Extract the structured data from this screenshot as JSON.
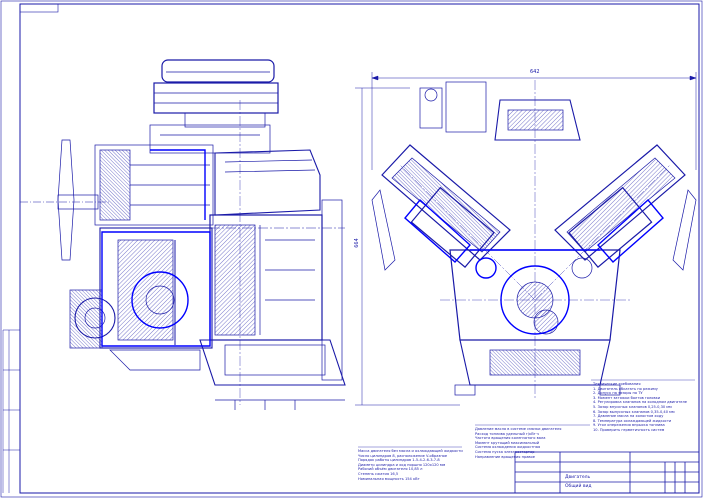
{
  "sheet": {
    "corner_stamp": "",
    "dimensions": {
      "overall_width": "642",
      "overall_height": "664"
    },
    "notes_bottom_left": [
      "Масса двигателя без масла и охлаждающей жидкости",
      "Число цилиндров 8, расположение V-образное",
      "Порядок работы цилиндров 1-5-4-2-6-3-7-8",
      "Диаметр цилиндра и ход поршня 120x120 мм",
      "Рабочий объём двигателя 10,85 л",
      "Степень сжатия 16,5",
      "Номинальная мощность 154 кВт"
    ],
    "notes_bottom_center": [
      "Давление масла в системе смазки двигателя",
      "Расход топлива удельный г/кВт·ч",
      "Частота вращения коленчатого вала",
      "Момент крутящий максимальный",
      "Система охлаждения жидкостная",
      "Система пуска электростартер",
      "Направление вращения правое"
    ],
    "notes_right": [
      "Технические требования",
      "1. Двигатель обкатать по режиму",
      "2. Допуск на зазоры по ТУ",
      "3. Момент затяжки болтов головки",
      "4. Регулировка клапанов на холодном двигателе",
      "5. Зазор впускных клапанов 0,25-0,30 мм",
      "6. Зазор выпускных клапанов 0,35-0,40 мм",
      "7. Давление масла на холостом ходу",
      "8. Температура охлаждающей жидкости",
      "9. Угол опережения впрыска топлива",
      "10. Проверить герметичность систем"
    ],
    "title_block": {
      "designation": "",
      "name": "Двигатель",
      "subtitle": "Общий вид"
    },
    "colors": {
      "line": "#1a1aa8",
      "section": "#0000ff",
      "background": "#ffffff"
    }
  }
}
